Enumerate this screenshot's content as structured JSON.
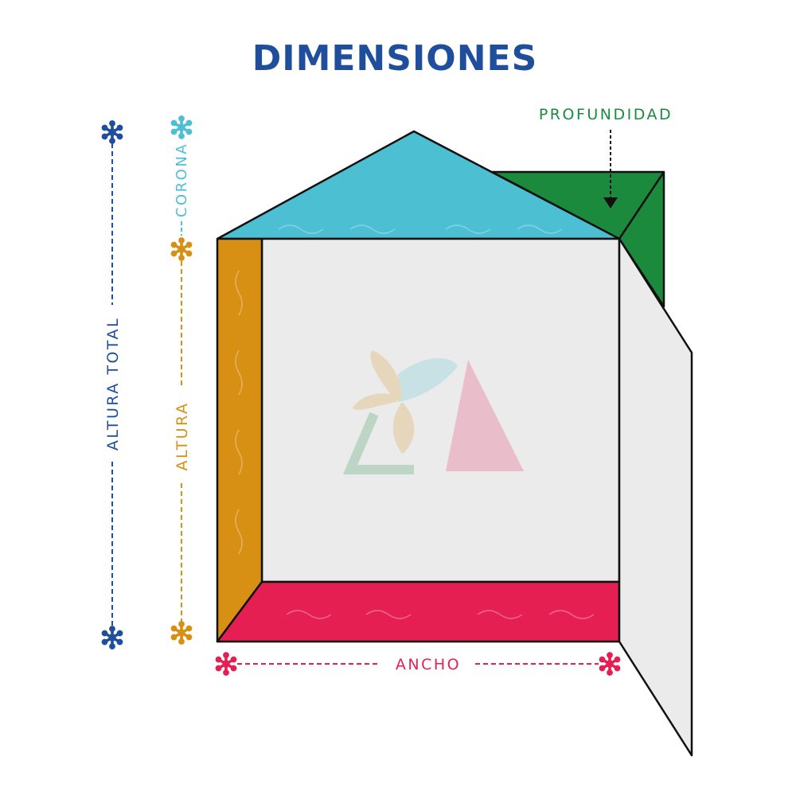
{
  "title": "DIMENSIONES",
  "labels": {
    "profundidad": "PROFUNDIDAD",
    "corona": "CORONA",
    "altura_total": "ALTURA TOTAL",
    "altura": "ALTURA",
    "ancho": "ANCHO"
  },
  "colors": {
    "title": "#1F4E9C",
    "altura_total": "#1F4E9C",
    "corona": "#4DBFD3",
    "altura": "#D89014",
    "ancho": "#E61F53",
    "profundidad": "#1C8A3C",
    "roof": "#4DBFD3",
    "left_wall": "#D89014",
    "floor": "#E61F53",
    "back_depth": "#1C8A3C",
    "panel": "#EBEBEB",
    "outline": "#111111"
  },
  "icons": {
    "marker": "asterisk-flower-icon",
    "arrow": "dashed-arrow-down-icon",
    "watermark": "leaf-logo-watermark"
  }
}
